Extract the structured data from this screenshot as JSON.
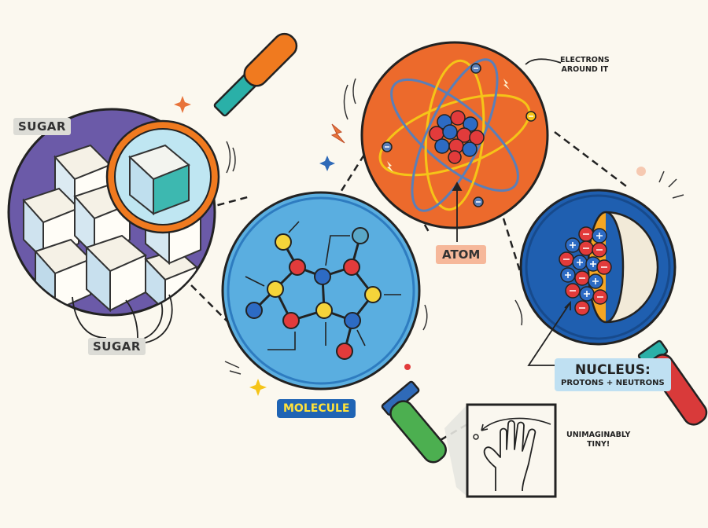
{
  "labels": {
    "sugar_top": "SUGAR",
    "sugar_bottom": "SUGAR",
    "molecule": "MOLECULE",
    "atom": "ATOM",
    "electrons_line1": "ELECTRONS",
    "electrons_line2": "AROUND IT",
    "nucleus": "NUCLEUS:",
    "nucleus_sub": "PROTONS + NEUTRONS",
    "tiny_line1": "UNIMAGINABLY",
    "tiny_line2": "TINY!"
  },
  "colors": {
    "background": "#fbf8ef",
    "sugar_circle": "#6b5aa8",
    "molecule_circle": "#5aaee0",
    "atom_circle": "#ec6a2c",
    "nucleus_circle": "#1f5fb0",
    "proton": "#e23b3b",
    "neutron": "#2d6bc4",
    "magnifier_orange": "#f07a1f",
    "magnifier_green": "#4caf50",
    "magnifier_red": "#d93a3a",
    "magnifier_teal": "#1aa6a0"
  },
  "icons": [
    "magnifier-icon",
    "hand-icon",
    "lightning-icon",
    "sparkle-icon",
    "electron-icon",
    "proton-icon",
    "neutron-icon",
    "sugar-cube-icon"
  ]
}
